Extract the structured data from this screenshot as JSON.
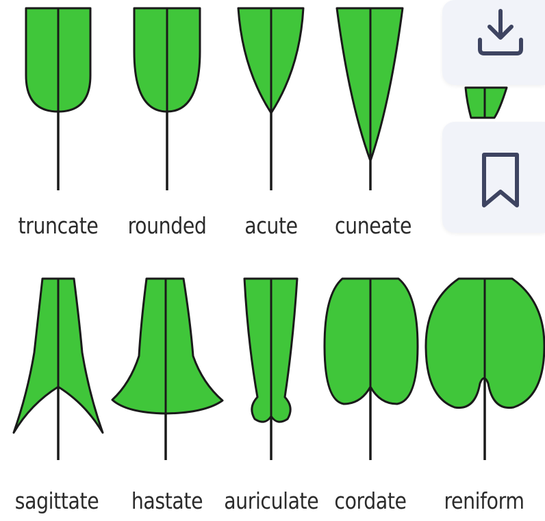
{
  "leaves": [
    {
      "id": "truncate",
      "label": "truncate"
    },
    {
      "id": "rounded",
      "label": "rounded"
    },
    {
      "id": "acute",
      "label": "acute"
    },
    {
      "id": "cuneate",
      "label": "cuneate"
    },
    {
      "id": "sagittate",
      "label": "sagittate"
    },
    {
      "id": "hastate",
      "label": "hastate"
    },
    {
      "id": "auriculate",
      "label": "auriculate"
    },
    {
      "id": "cordate",
      "label": "cordate"
    },
    {
      "id": "reniform",
      "label": "reniform"
    }
  ],
  "actions": {
    "download_icon": "download-icon",
    "bookmark_icon": "bookmark-icon",
    "icon_color": "#3e4461"
  },
  "colors": {
    "leaf_fill": "#40c63a",
    "outline": "#1a1a1a",
    "panel": "#f1f3f9"
  }
}
